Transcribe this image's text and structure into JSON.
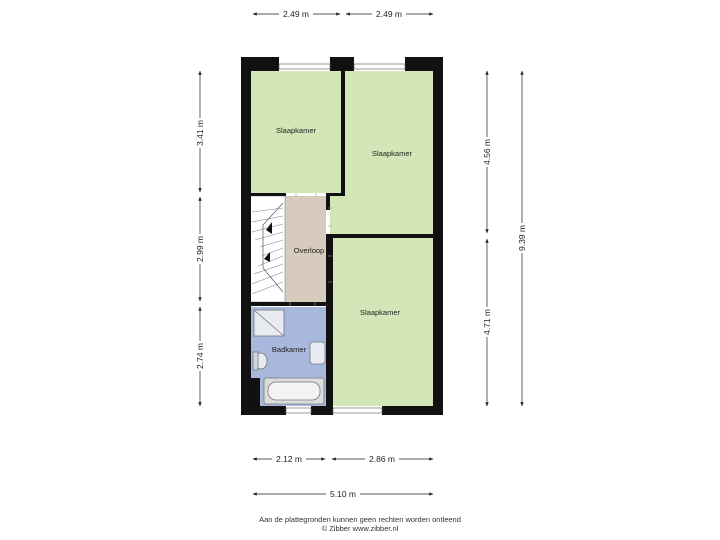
{
  "dimensions": {
    "top_left": "2.49 m",
    "top_right": "2.49 m",
    "left_upper": "3.41 m",
    "left_middle": "2.99 m",
    "left_lower": "2.74 m",
    "right_upper": "4.56 m",
    "right_lower": "4.71 m",
    "right_total": "9.39 m",
    "bottom_left": "2.12 m",
    "bottom_right": "2.86 m",
    "bottom_total": "5.10 m"
  },
  "rooms": {
    "bedroom_top_left": "Slaapkamer",
    "bedroom_top_right": "Slaapkamer",
    "landing": "Overloop",
    "bedroom_bottom": "Slaapkamer",
    "bathroom": "Badkamer"
  },
  "colors": {
    "bedroom_fill": "#d3e6b7",
    "landing_fill": "#d6cbbd",
    "bathroom_fill": "#a8b8dc",
    "wall": "#111111"
  },
  "footer": {
    "line1": "Aan de plattegronden kunnen geen rechten worden ontleend",
    "line2": "© Zibber www.zibber.nl"
  }
}
